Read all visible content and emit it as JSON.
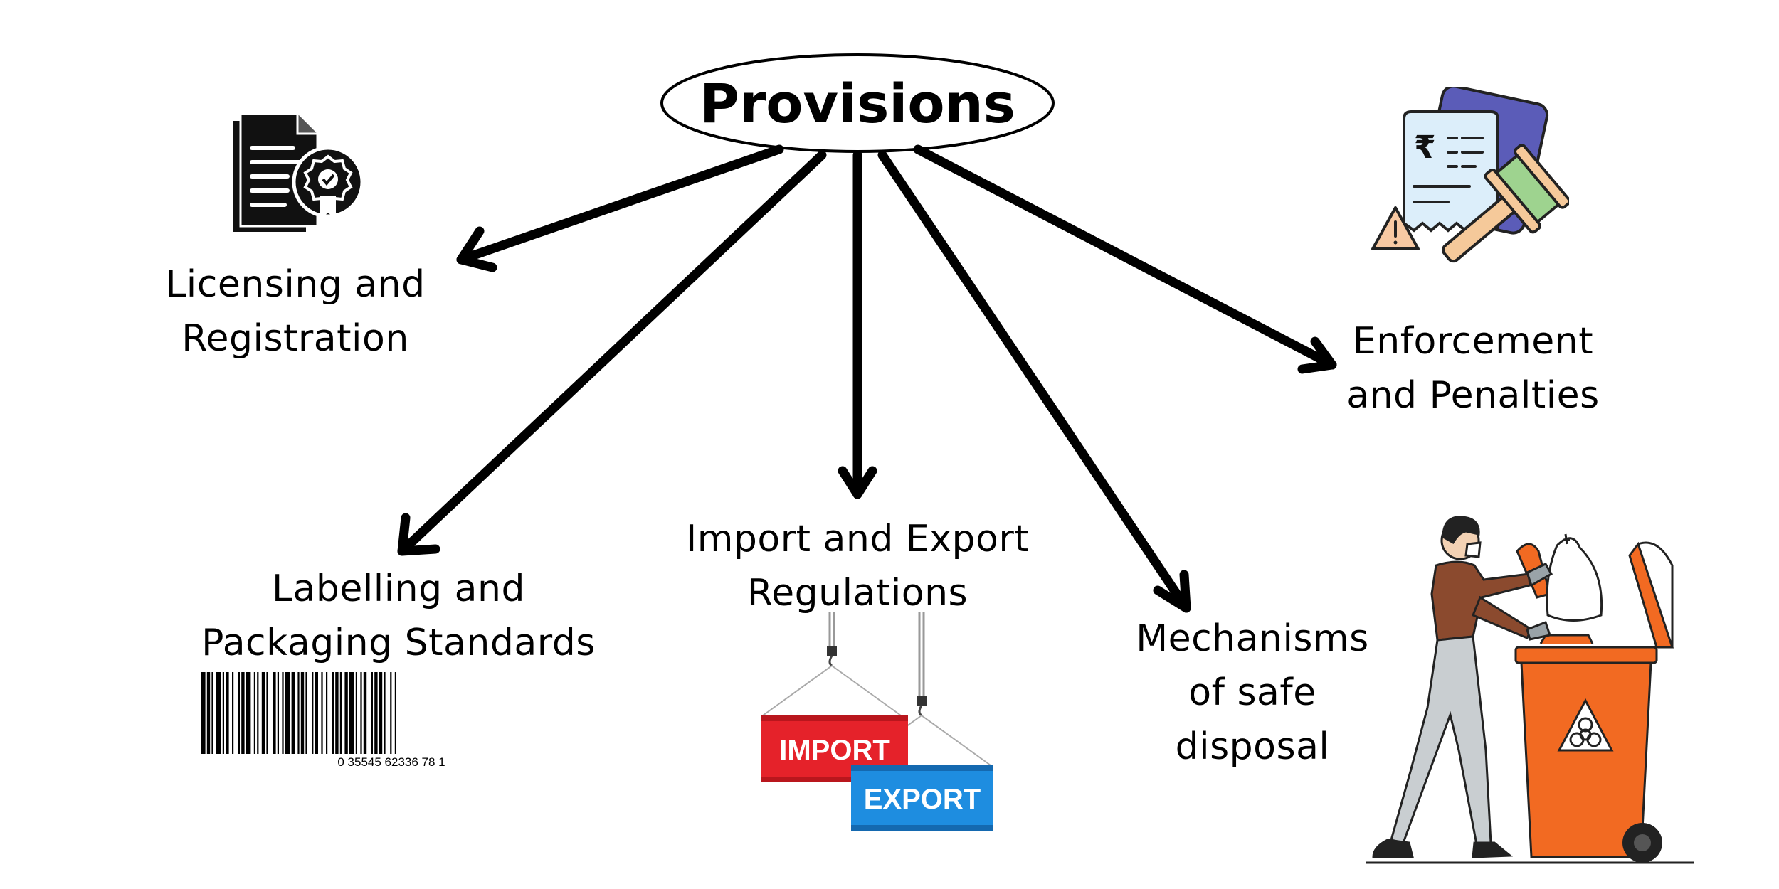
{
  "root": {
    "label": "Provisions"
  },
  "branches": [
    {
      "id": "licensing",
      "lines": [
        "Licensing and",
        "Registration"
      ]
    },
    {
      "id": "labelling",
      "lines": [
        "Labelling and",
        "Packaging Standards"
      ]
    },
    {
      "id": "import-export",
      "lines": [
        "Import and Export",
        "Regulations"
      ]
    },
    {
      "id": "disposal",
      "lines": [
        "Mechanisms",
        "of safe",
        "disposal"
      ]
    },
    {
      "id": "enforcement",
      "lines": [
        "Enforcement",
        "and Penalties"
      ]
    }
  ],
  "barcode": {
    "number": "0 35545 62336 78 1"
  },
  "import_sign": {
    "label": "IMPORT",
    "color": "#e5222a"
  },
  "export_sign": {
    "label": "EXPORT",
    "color": "#1e8de0"
  },
  "bin": {
    "color": "#f26a22",
    "icon": "biohazard-icon"
  },
  "icons": {
    "licensing": "certificate-document-icon",
    "enforcement": "gavel-penalty-icon",
    "labelling": "barcode-icon",
    "import-export": "import-export-containers-icon",
    "disposal": "person-disposing-waste-icon"
  },
  "colors": {
    "arrow": "#000000",
    "background": "#ffffff"
  }
}
